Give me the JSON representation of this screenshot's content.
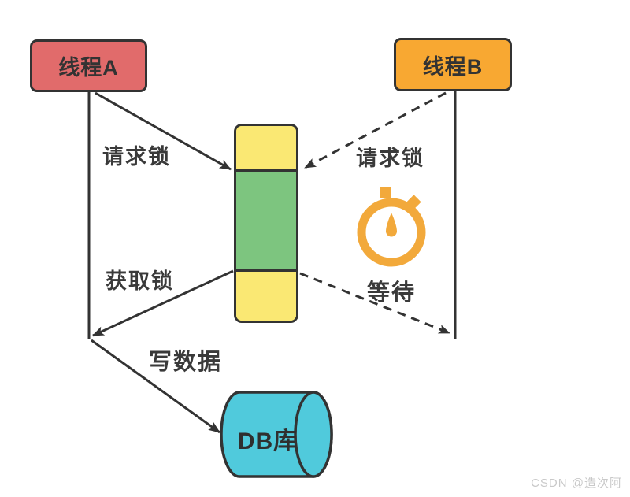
{
  "page": {
    "background": "#FFFFFF",
    "watermark": "CSDN @造次阿"
  },
  "diagram": {
    "stroke_color": "#333333",
    "nodes": {
      "thread_a": {
        "label": "线程A",
        "fill": "#E16B6B"
      },
      "thread_b": {
        "label": "线程B",
        "fill": "#F8A832"
      },
      "lock_resource": {
        "description": "shared lock resource stack",
        "segment_colors": [
          "#FAE873",
          "#7DC57F",
          "#FAE873"
        ]
      },
      "database": {
        "label": "DB库",
        "fill": "#50CADC"
      }
    },
    "edge_labels": {
      "request_lock_a": "请求锁",
      "request_lock_b": "请求锁",
      "acquire_lock": "获取锁",
      "wait": "等待",
      "write_data": "写数据"
    },
    "icons": {
      "stopwatch": {
        "color": "#F2A93B"
      }
    }
  }
}
